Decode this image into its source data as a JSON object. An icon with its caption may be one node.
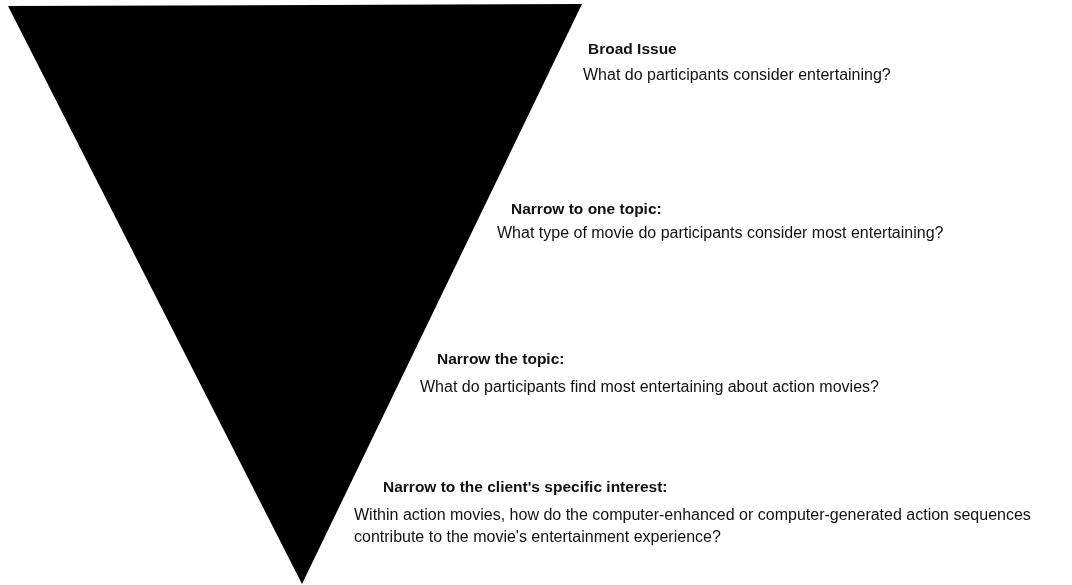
{
  "diagram": {
    "labels": [
      "Broad Issue",
      "What do participants consider entertaining?",
      "Narrow to one topic:",
      "What type of movie do participants consider most entertaining?",
      "Narrow the topic:",
      "What do participants find most entertaining about action movies?",
      "Narrow to the client's specific interest:",
      "Within action movies, how do the computer-enhanced or computer-generated action sequences contribute to the movie's entertainment experience?"
    ]
  }
}
